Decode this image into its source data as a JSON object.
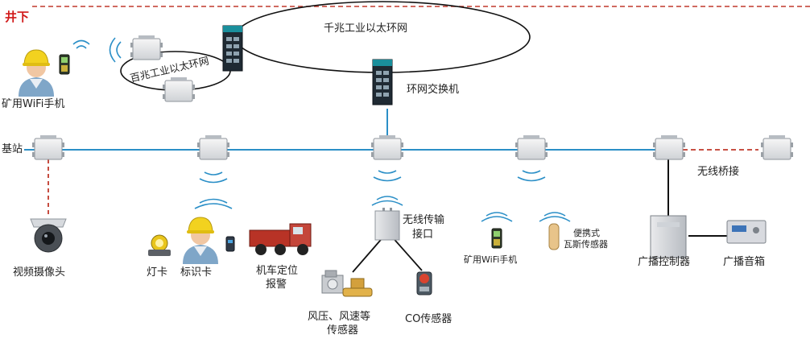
{
  "zone_label": "井下",
  "colors": {
    "backbone": "#2b8fc7",
    "dashed_red": "#c0392b",
    "ring": "#111111",
    "wireless": "#2b8fc7",
    "zone_text": "#d11a1a"
  },
  "labels": {
    "gigabit_ring": "千兆工业以太环网",
    "hundred_ring": "百兆工业以太环网",
    "ring_switch": "环网交换机",
    "miner_phone_top": "矿用WiFi手机",
    "base_station": "基站",
    "video_camera": "视频摄像头",
    "lamp_card": "灯卡",
    "id_card": "标识卡",
    "vehicle_line1": "机车定位",
    "vehicle_line2": "报警",
    "wireless_port_line1": "无线传输",
    "wireless_port_line2": "接口",
    "wind_line1": "风压、风速等",
    "wind_line2": "传感器",
    "co_sensor": "CO传感器",
    "miner_phone_bottom": "矿用WiFi手机",
    "gas_line1": "便携式",
    "gas_line2": "瓦斯传感器",
    "wireless_bridge": "无线桥接",
    "broadcast_controller": "广播控制器",
    "broadcast_speaker": "广播音箱"
  },
  "icons": {
    "base_station": "access-point-icon",
    "switch": "network-switch-icon",
    "worker": "miner-worker-icon",
    "phone": "wifi-phone-icon",
    "camera": "dome-camera-icon",
    "lamp": "lamp-card-icon",
    "id_tag": "id-tag-icon",
    "vehicle": "mine-vehicle-icon",
    "port": "wireless-port-box-icon",
    "sensor": "sensor-icon",
    "gas": "gas-detector-icon",
    "controller": "broadcast-controller-icon",
    "speaker": "speaker-box-icon",
    "wave": "wireless-signal-icon"
  }
}
